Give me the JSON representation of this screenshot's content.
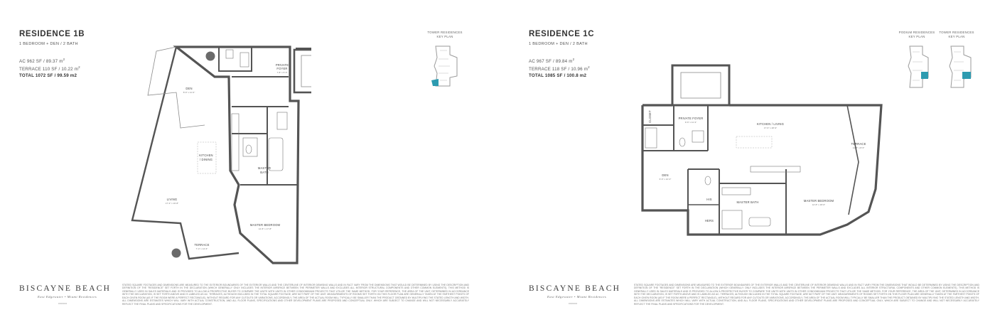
{
  "brand": {
    "name": "BISCAYNE BEACH",
    "tagline": "East Edgewater • Miami Residences",
    "mark": "000000"
  },
  "disclaimer": "Stated square footages and dimensions are measured to the exterior boundaries of the exterior walls and the centerline of interior demising walls and in fact vary from the dimensions that would be determined by using the description and definition of the \"Residence\" set forth in the Declaration (which generally only includes the interior airspace between the perimeter walls and excludes all interior structural components and other common elements). This method is generally used in sales materials and is provided to allow a prospective buyer to compare the units with units in other condominium projects that utilize the same method. For your reference, the area of the unit, determined in accordance with the Declaration, is set forth above and is labeled as AC. Terraces, although included in the total square footage, are not part of the unit. Measurements of rooms set forth on this floor plan are generally taken at the farthest points of each given room (as if the room were a perfect rectangle), without regard for any cutouts or variations. Accordingly, the area of the actual room will typically be smaller than the product obtained by multiplying the stated length and width. All dimensions are estimates which will vary with actual construction, and all floor plans, specifications and other development plans are proposed and conceptual only, which are subject to change and will not necessarily accurately reflect the final plans and specifications for the development.",
  "residences": [
    {
      "title": "RESIDENCE 1B",
      "subtitle": "1 BEDROOM + DEN / 2 BATH",
      "ac": "AC  962 SF  /  89.37 m",
      "terrace": "TERRACE  110 SF  /  10.22 m",
      "total": "TOTAL  1072 SF  /  99.59 m2",
      "keyplans": [
        "TOWER RESIDENCES\nKEY PLAN"
      ],
      "rooms": {
        "den": "DEN",
        "den_dim": "8'-6\" x 11'-6\"",
        "kitchen": "KITCHEN",
        "dining": "/ DINING",
        "living": "LIVING",
        "living_dim": "17'-3\" x 16'-8\"",
        "foyer": "PRIVATE",
        "foyer2": "FOYER",
        "foyer_dim": "7'-8\" x 5'-5\"",
        "master_bath": "MASTER",
        "master_bath2": "BATH",
        "master_bedroom": "MASTER BEDROOM",
        "mb_dim": "14'-8\" x 17'-8\"",
        "terrace": "TERRACE",
        "terrace_dim": "7'-4\" x 14'-6\""
      }
    },
    {
      "title": "RESIDENCE 1C",
      "subtitle": "1 BEDROOM + DEN / 2 BATH",
      "ac": "AC  967 SF  /  89.84 m",
      "terrace": "TERRACE  118 SF  /  10.96 m",
      "total": "TOTAL  1085 SF  /  100.8 m2",
      "keyplans": [
        "PODIUM RESIDENCES\nKEY PLAN",
        "TOWER RESIDENCES\nKEY PLAN"
      ],
      "rooms": {
        "closet": "CLOSET",
        "foyer": "PRIVATE FOYER",
        "foyer_dim": "9'-6\" x 11'-3\"",
        "kitchen": "KITCHEN / LIVING",
        "kitchen_dim": "17'-6\" x 28'-9\"",
        "terrace": "TERRACE",
        "terrace_dim": "14'-8\" x 8'-5\"",
        "den": "DEN",
        "den_dim": "9'-6\" x 12'-0\"",
        "his": "HIS",
        "hers": "HERS",
        "master_bath": "MASTER BATH",
        "master_bedroom": "MASTER BEDROOM",
        "mb_dim": "12'-8\" x 18'-6\""
      }
    }
  ],
  "colors": {
    "wall": "#545454",
    "line": "#8a8a8a",
    "accent": "#2d9bb0"
  }
}
